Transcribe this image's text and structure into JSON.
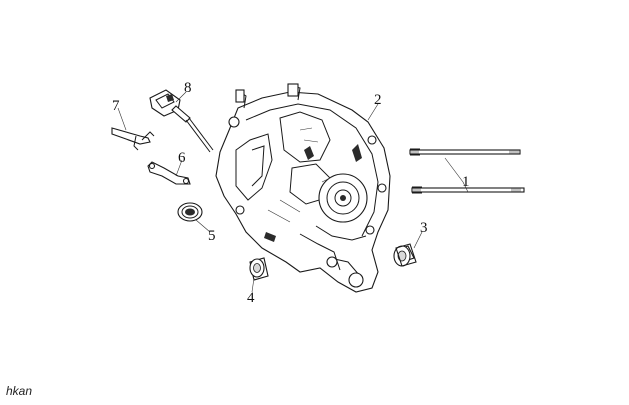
{
  "caption": "hkan",
  "callouts": [
    {
      "id": "1",
      "text": "1"
    },
    {
      "id": "2",
      "text": "2"
    },
    {
      "id": "3",
      "text": "3"
    },
    {
      "id": "4",
      "text": "4"
    },
    {
      "id": "5",
      "text": "5"
    },
    {
      "id": "6",
      "text": "6"
    },
    {
      "id": "7",
      "text": "7"
    },
    {
      "id": "8",
      "text": "8"
    }
  ]
}
